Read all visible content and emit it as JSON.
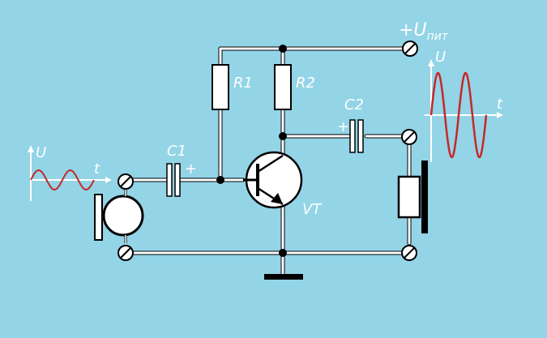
{
  "colors": {
    "background": "#93d4e6",
    "wire": "#ffffff",
    "outline": "#000000",
    "signal": "#c62828",
    "body_fill": "#ffffff"
  },
  "labels": {
    "supply_main": "+U",
    "supply_sub": "пит",
    "r1": "R1",
    "r2": "R2",
    "c1": "C1",
    "c2": "C2",
    "c1_plus": "+",
    "c2_plus": "+",
    "transistor": "VT",
    "input_axis_u": "U",
    "input_axis_t": "t",
    "output_axis_u": "U",
    "output_axis_t": "t"
  },
  "components": {
    "microphone": "microphone",
    "loudspeaker": "loudspeaker",
    "ground": "ground"
  },
  "signals": {
    "input_cycles": 2,
    "input_amplitude": "small",
    "output_cycles": 2,
    "output_amplitude": "large"
  }
}
